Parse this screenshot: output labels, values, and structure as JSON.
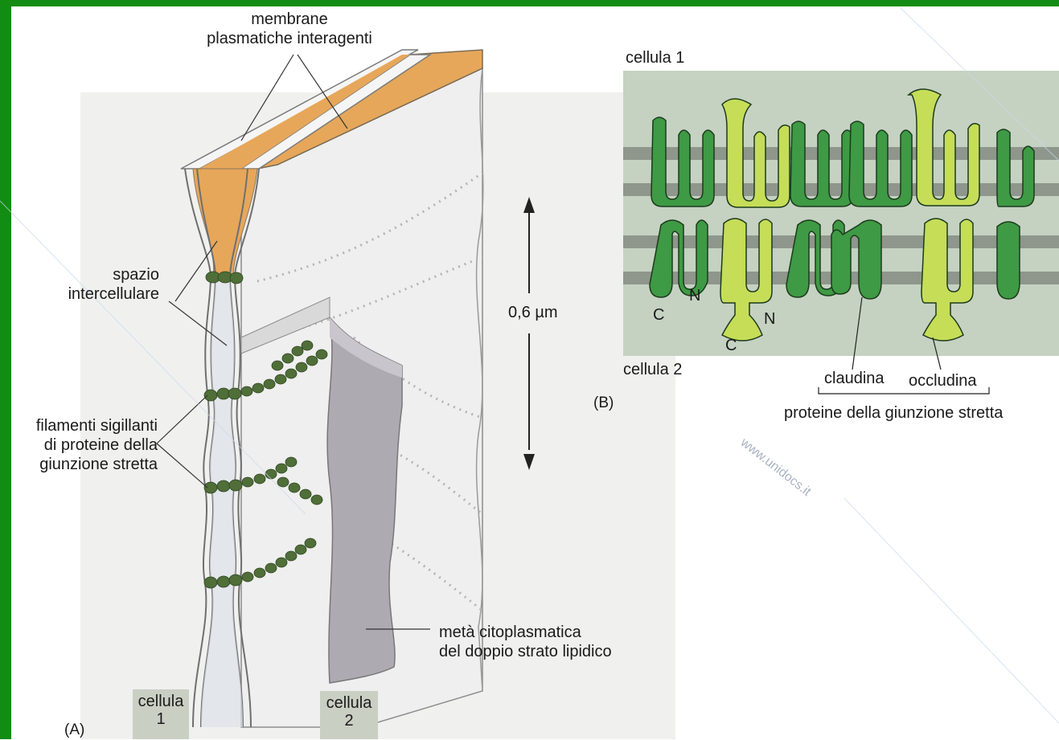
{
  "panel_a": {
    "letter": "(A)",
    "membranes_label": [
      "membrane",
      "plasmatiche interagenti"
    ],
    "space_label": [
      "spazio",
      "intercellulare"
    ],
    "filaments_label": [
      "filamenti sigillanti",
      "di proteine della",
      "giunzione stretta"
    ],
    "scale_label": "0,6 µm",
    "cytoplasmic_label": [
      "metà citoplasmatica",
      "del doppio strato lipidico"
    ],
    "cell1_tag": [
      "cellula",
      "1"
    ],
    "cell2_tag": [
      "cellula",
      "2"
    ]
  },
  "panel_b": {
    "letter": "(B)",
    "cell1": "cellula 1",
    "cell2": "cellula 2",
    "terminal_c_left": "C",
    "terminal_n_left": "N",
    "terminal_c_mid": "C",
    "terminal_n_mid": "N",
    "claudin": "claudina",
    "occludin": "occludina",
    "group_label": "proteine della giunzione stretta"
  },
  "watermark": "www.unidocs.it",
  "colors": {
    "frame": "#128c12",
    "intercellular_space": "#e6a75a",
    "seal_strand": "#4f6e38",
    "claudin": "#3e9a44",
    "occludin": "#c6dd58",
    "membrane_band": "#8f968c",
    "panel_b_bg": "#c5d2c2"
  }
}
